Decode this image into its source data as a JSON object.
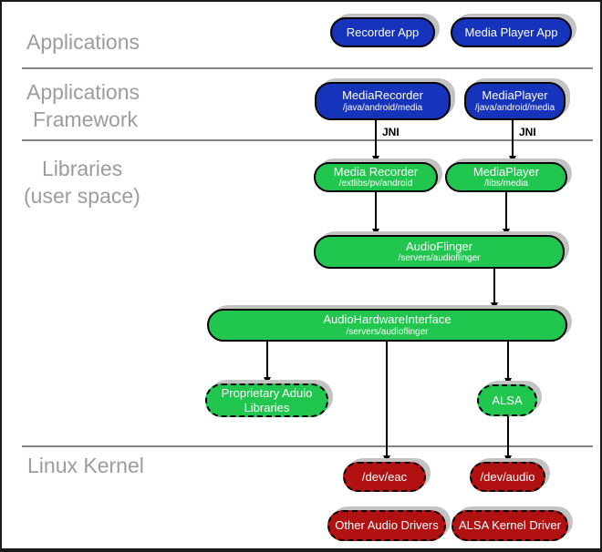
{
  "sections": {
    "applications": {
      "line1": "Applications"
    },
    "framework": {
      "line1": "Applications",
      "line2": "Framework"
    },
    "libraries": {
      "line1": "Libraries",
      "line2": "(user space)"
    },
    "kernel": {
      "line1": "Linux Kernel"
    }
  },
  "jni": {
    "left": "JNI",
    "right": "JNI"
  },
  "nodes": {
    "recorder_app": {
      "label": "Recorder App"
    },
    "media_player_app": {
      "label": "Media Player App"
    },
    "media_recorder_fw": {
      "label": "MediaRecorder",
      "sub": "/java/android/media"
    },
    "media_player_fw": {
      "label": "MediaPlayer",
      "sub": "/java/android/media"
    },
    "media_recorder_lib": {
      "label": "Media Recorder",
      "sub": "/extlibs/pv/android"
    },
    "media_player_lib": {
      "label": "MediaPlayer",
      "sub": "/libs/media"
    },
    "audioflinger": {
      "label": "AudioFlinger",
      "sub": "/servers/audioflinger"
    },
    "audio_hardware_interface": {
      "label": "AudioHardwareInterface",
      "sub": "/servers/audioflinger"
    },
    "proprietary_audio_libraries": {
      "label": "Proprietary Aduio",
      "label2": "Libraries"
    },
    "alsa": {
      "label": "ALSA"
    },
    "dev_eac": {
      "label": "/dev/eac"
    },
    "dev_audio": {
      "label": "/dev/audio"
    },
    "other_audio_drivers": {
      "label": "Other Audio Drivers"
    },
    "alsa_kernel_driver": {
      "label": "ALSA Kernel Driver"
    }
  },
  "colors": {
    "app_blue": "#1633bc",
    "lib_green": "#21c64f",
    "kernel_red": "#b11111",
    "section_label_gray": "#9c9c9c",
    "shadow_gray": "#c3c3c3"
  }
}
